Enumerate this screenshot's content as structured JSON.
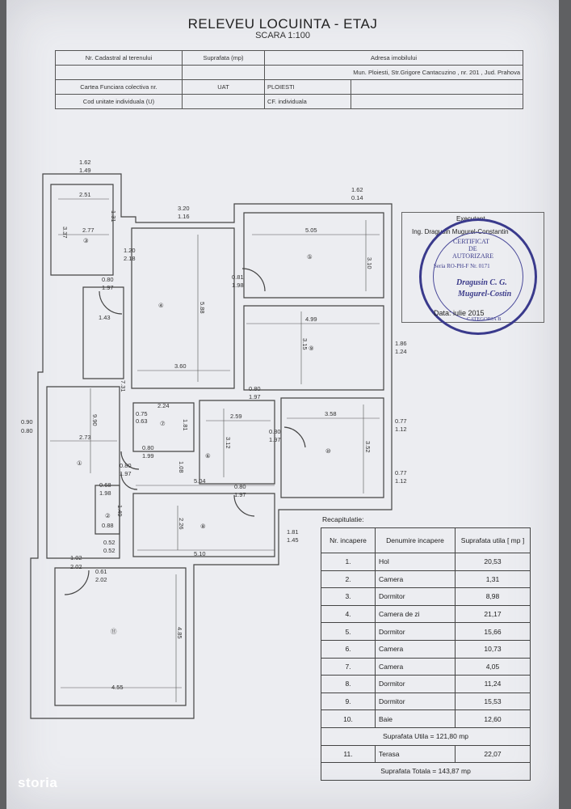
{
  "header": {
    "title": "RELEVEU LOCUINTA - ETAJ",
    "scale": "SCARA 1:100"
  },
  "info_table": {
    "nr_cadastral": "Nr. Cadastral al terenului",
    "suprafata": "Suprafata (mp)",
    "adresa_label": "Adresa imobilului",
    "adresa_value": "Mun. Ploiesti, Str.Grigore Cantacuzino , nr. 201 , Jud. Prahova",
    "carte_funciara": "Cartea Funciara colectiva nr.",
    "uat_label": "UAT",
    "uat_value": "PLOIESTI",
    "cod_unitate": "Cod unitate individuala (U)",
    "cf_individuala": "CF. individuala"
  },
  "plan_labels": {
    "d1": "1.62",
    "d2": "1.49",
    "d3": "2.51",
    "d4": "1.31",
    "d5": "3.37",
    "d6": "2.77",
    "d7": "3.20",
    "d8": "1.16",
    "d9": "1.62",
    "d10": "0.14",
    "d11": "5.05",
    "d12": "3.10",
    "d13": "1.20",
    "d14": "2.18",
    "d15": "0.80",
    "d16": "1.97",
    "d17": "0.81",
    "d18": "1.98",
    "d19": "1.43",
    "d20": "5.88",
    "d21": "4.99",
    "d22": "3.15",
    "d23": "1.86",
    "d24": "1.24",
    "d25": "3.60",
    "d26": "0.80",
    "d27": "1.97",
    "d28": "7.31",
    "d29": "2.24",
    "d30": "0.75",
    "d31": "0.63",
    "d32": "1.81",
    "d33": "2.59",
    "d34": "3.58",
    "d35": "0.77",
    "d36": "1.12",
    "d37": "0.90",
    "d38": "0.80",
    "d39": "9.90",
    "d40": "2.73",
    "d41": "0.80",
    "d42": "1.97",
    "d43": "3.12",
    "d44": "3.52",
    "d45": "0.80",
    "d46": "1.99",
    "d47": "0.80",
    "d48": "1.97",
    "d49": "1.08",
    "d50": "5.04",
    "d51": "0.77",
    "d52": "1.12",
    "d53": "0.68",
    "d54": "1.98",
    "d55": "0.80",
    "d56": "1.97",
    "d57": "1.49",
    "d58": "0.88",
    "d59": "2.26",
    "d60": "1.81",
    "d61": "1.45",
    "d62": "0.52",
    "d63": "0.52",
    "d64": "5.10",
    "d65": "1.02",
    "d66": "2.02",
    "d67": "0.61",
    "d68": "2.02",
    "d69": "4.85",
    "d70": "4.55",
    "r1": "①",
    "r2": "②",
    "r3": "③",
    "r4": "④",
    "r5": "⑤",
    "r6": "⑥",
    "r7": "⑦",
    "r8": "⑧",
    "r9": "⑨",
    "r10": "⑩",
    "r11": "⑪"
  },
  "stamp": {
    "executant": "Executant",
    "engineer": "Ing. Dragusin Mugurel-Constantin",
    "line1": "CERTIFICAT",
    "line2": "DE",
    "line3": "AUTORIZARE",
    "line4": "Seria RO-PH-F Nr. 0171",
    "line5": "Dragusin C. G.",
    "line6": "Mugurel-Costin",
    "line7": "CATEGORIA B",
    "date": "Data: iulie 2015"
  },
  "recap": {
    "title": "Recapitulatie:",
    "headers": [
      "Nr. incapere",
      "Denumire incapere",
      "Suprafata utila [ mp ]"
    ],
    "rows": [
      {
        "nr": "1.",
        "name": "Hol",
        "area": "20,53"
      },
      {
        "nr": "2.",
        "name": "Camera",
        "area": "1,31"
      },
      {
        "nr": "3.",
        "name": "Dormitor",
        "area": "8,98"
      },
      {
        "nr": "4.",
        "name": "Camera de zi",
        "area": "21,17"
      },
      {
        "nr": "5.",
        "name": "Dormitor",
        "area": "15,66"
      },
      {
        "nr": "6.",
        "name": "Camera",
        "area": "10,73"
      },
      {
        "nr": "7.",
        "name": "Camera",
        "area": "4,05"
      },
      {
        "nr": "8.",
        "name": "Dormitor",
        "area": "11,24"
      },
      {
        "nr": "9.",
        "name": "Dormitor",
        "area": "15,53"
      },
      {
        "nr": "10.",
        "name": "Baie",
        "area": "12,60"
      }
    ],
    "suprafata_utila": "Suprafata Utila = 121,80 mp",
    "terasa": {
      "nr": "11.",
      "name": "Terasa",
      "area": "22,07"
    },
    "suprafata_totala": "Suprafata Totala = 143,87 mp"
  },
  "brand": {
    "logo": "storia"
  }
}
